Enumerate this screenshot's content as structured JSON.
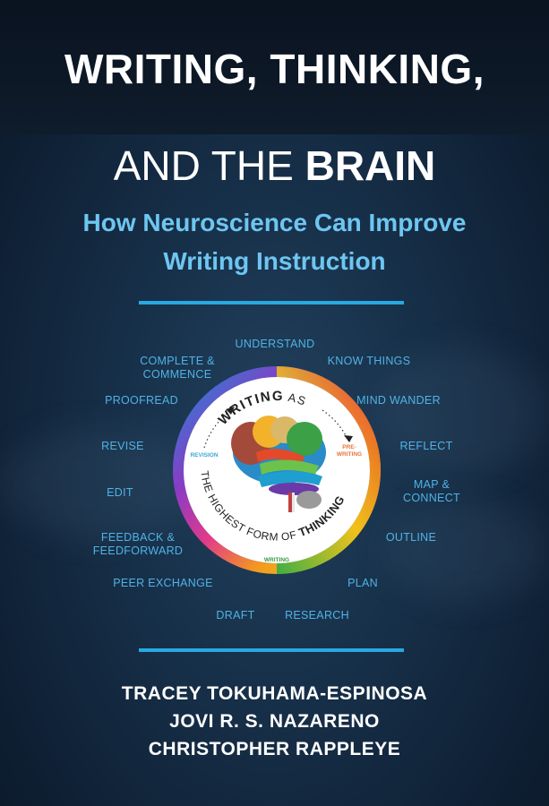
{
  "title": {
    "line1": "WRITING, THINKING,",
    "line2_light": "AND THE ",
    "line2_bold": "BRAIN"
  },
  "subtitle": {
    "line1": "How Neuroscience Can Improve",
    "line2": "Writing Instruction"
  },
  "diagram": {
    "center_top": "WRITING",
    "center_top_as": "AS",
    "center_bottom": "THE HIGHEST FORM OF ",
    "center_bottom_bold": "THINKING",
    "stage_revision": "REVISION",
    "stage_prewriting_1": "PRE-",
    "stage_prewriting_2": "WRITING",
    "stage_writing": "WRITING",
    "labels": {
      "understand": "UNDERSTAND",
      "know_things": "KNOW THINGS",
      "complete_1": "COMPLETE &",
      "complete_2": "COMMENCE",
      "mind_wander": "MIND WANDER",
      "proofread": "PROOFREAD",
      "reflect": "REFLECT",
      "revise": "REVISE",
      "map_1": "MAP &",
      "map_2": "CONNECT",
      "edit": "EDIT",
      "outline": "OUTLINE",
      "feedback_1": "FEEDBACK &",
      "feedback_2": "FEEDFORWARD",
      "plan": "PLAN",
      "peer_exchange": "PEER EXCHANGE",
      "draft": "DRAFT",
      "research": "RESEARCH"
    },
    "colors": {
      "label": "#4fb3e6",
      "revision": "#3aa6d8",
      "prewriting": "#e8743b",
      "writing": "#3a9a4a"
    }
  },
  "authors": [
    "TRACEY TOKUHAMA-ESPINOSA",
    "JOVI R. S. NAZARENO",
    "CHRISTOPHER RAPPLEYE"
  ]
}
